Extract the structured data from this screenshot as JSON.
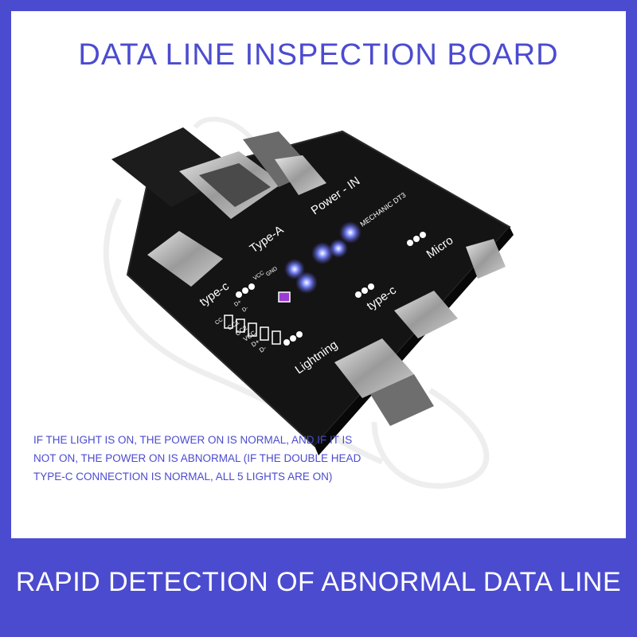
{
  "header": {
    "title": "DATA LINE INSPECTION BOARD"
  },
  "board": {
    "port_labels": [
      "Type-A",
      "Power - IN",
      "Micro",
      "type-c",
      "type-c",
      "Lightning"
    ],
    "pin_labels": [
      "VCC",
      "GND",
      "D+",
      "D-",
      "CC"
    ],
    "brand": "MECHANIC DT3",
    "led_count": 5,
    "channel_labels": [
      "CC1",
      "CC2",
      "VCC",
      "D+",
      "D-"
    ]
  },
  "note": {
    "text": "If the light is on, the power on is normal, and if it is not on, the power on is abnormal (if the double head Type-C connection is normal, all 5 lights are on)"
  },
  "footer": {
    "caption": "RAPID DETECTION OF ABNORMAL DATA LINE"
  },
  "colors": {
    "accent": "#4b4bd0",
    "board": "#141414",
    "led": "#5a6cff"
  }
}
